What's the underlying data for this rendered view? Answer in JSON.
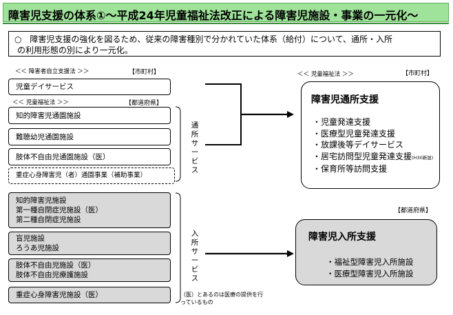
{
  "title": "障害児支援の体系①～平成24年児童福祉法改正による障害児施設・事業の一元化～",
  "intro": {
    "marker": "○",
    "line1": "障害児支援の強化を図るため、従来の障害種別で分かれていた体系（給付）について、通所・入所",
    "line2": "の利用形態の別により一元化。"
  },
  "left": {
    "law_header_1": "＜＜ 障害者自立支援法 ＞＞",
    "jurisdiction_1": "【市町村】",
    "box_day_service": "児童デイサービス",
    "law_header_2": "＜＜ 児童福祉法 ＞＞",
    "jurisdiction_2": "【都道府県】",
    "commute_boxes": [
      "知的障害児通園施設",
      "難聴幼児通園施設",
      "肢体不自由児通園施設（医）"
    ],
    "dashed_box": "重症心身障害児（者）通園事業（補助事業）",
    "commute_label": "通所サービス",
    "residential_boxes": [
      [
        "知的障害児施設",
        "第一種自閉症児施設（医）",
        "第二種自閉症児施設"
      ],
      [
        "盲児施設",
        "ろうあ児施設"
      ],
      [
        "肢体不自由児施設（医）",
        "肢体不自由児療護施設"
      ],
      [
        "重症心身障害児施設（医）"
      ]
    ],
    "residential_label": "入所サービス",
    "note": "（医）とあるのは医療の提供を行っているもの"
  },
  "right": {
    "law_header": "＜＜ 児童福祉法 ＞＞",
    "jurisdiction_top": "【市町村】",
    "commute_title": "障害児通所支援",
    "commute_items": [
      "・児童発達支援",
      "・医療型児童発達支援",
      "・放課後等デイサービス",
      "・居宅訪問型児童発達支援",
      "・保育所等訪問支援"
    ],
    "commute_item_suffix": "(H30新設)",
    "jurisdiction_bottom": "【都道府県】",
    "residential_title": "障害児入所支援",
    "residential_items": [
      "・福祉型障害児入所施設",
      "・医療型障害児入所施設"
    ]
  }
}
